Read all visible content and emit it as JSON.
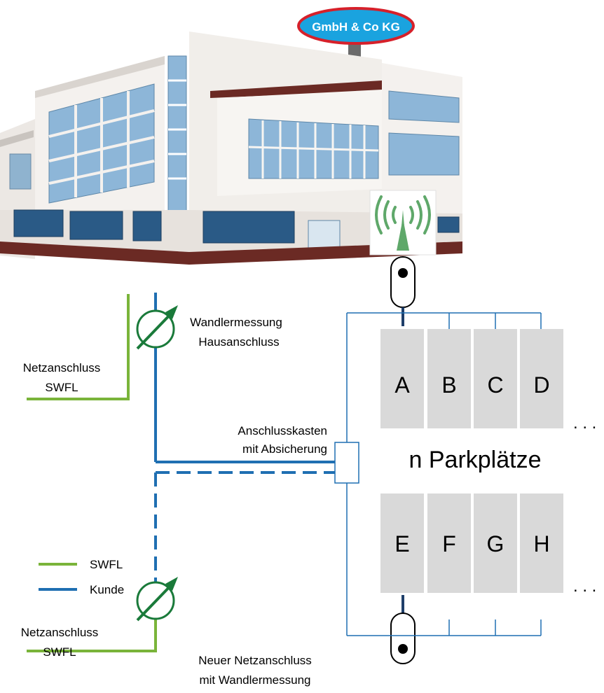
{
  "building": {
    "sign": "GmbH & Co KG"
  },
  "labels": {
    "grid_top_line1": "Netzanschluss",
    "grid_top_line2": "SWFL",
    "meter_top_line1": "Wandlermessung",
    "meter_top_line2": "Hausanschluss",
    "junction_line1": "Anschlusskasten",
    "junction_line2": "mit Absicherung",
    "grid_bottom_line1": "Netzanschluss",
    "grid_bottom_line2": "SWFL",
    "new_conn_line1": "Neuer Netzanschluss",
    "new_conn_line2": "mit Wandlermessung",
    "parking_title": "n Parkplätze",
    "ellipsis_top": ". . .",
    "ellipsis_bottom": ". . ."
  },
  "legend": [
    {
      "label": "SWFL",
      "color": "#7ab43a"
    },
    {
      "label": "Kunde",
      "color": "#1f6fb2"
    }
  ],
  "parking": {
    "top_row": [
      "A",
      "B",
      "C",
      "D"
    ],
    "bottom_row": [
      "E",
      "F",
      "G",
      "H"
    ]
  },
  "colors": {
    "swfl": "#7ab43a",
    "kunde": "#1f6fb2",
    "meter_arrow": "#1a7a3a",
    "space_fill": "#d9d9d9",
    "antenna": "#5fa86a",
    "sign_fill": "#1aa3df",
    "sign_border": "#d6202a"
  }
}
